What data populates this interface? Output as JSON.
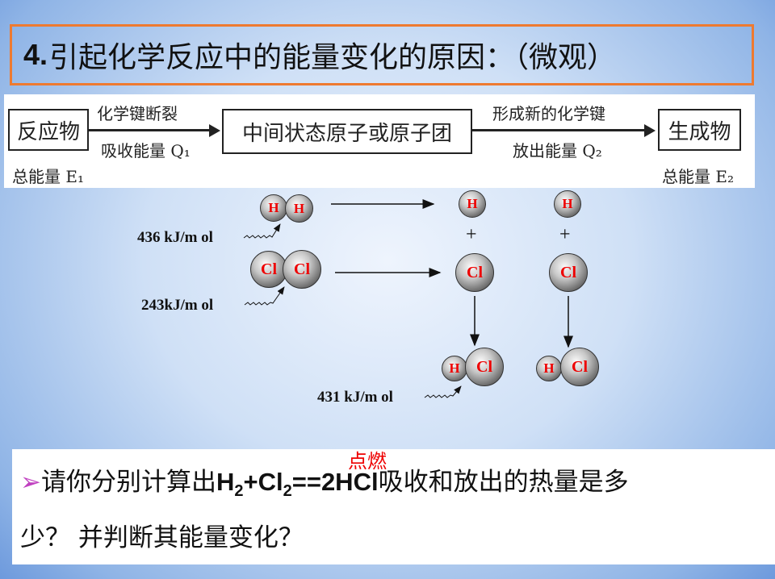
{
  "title": {
    "number": "4.",
    "text": "引起化学反应中的能量变化的原因：（微观）"
  },
  "flow": {
    "reactant": "反应物",
    "intermediate": "中间状态原子或原子团",
    "product": "生成物",
    "step1_top": "化学键断裂",
    "step1_bottom": "吸收能量 Q₁",
    "step2_top": "形成新的化学键",
    "step2_bottom": "放出能量 Q₂",
    "reactant_energy": "总能量 E₁",
    "product_energy": "总能量 E₂"
  },
  "molecules": {
    "h": "H",
    "cl": "Cl",
    "plus": "+",
    "hh_energy": "436 kJ/m ol",
    "clcl_energy": "243kJ/m ol",
    "hcl_energy": "431 kJ/m ol"
  },
  "question": {
    "bullet": "➢",
    "prefix": "请你分别计算出",
    "h": "H",
    "sub2": "2",
    "plus_cl": "+Cl",
    "sub2b": "2",
    "eq": "==2HCl",
    "suffix": "吸收和放出的热量是多",
    "line2": "少？ 并判断其能量变化？",
    "condition": "点燃"
  }
}
